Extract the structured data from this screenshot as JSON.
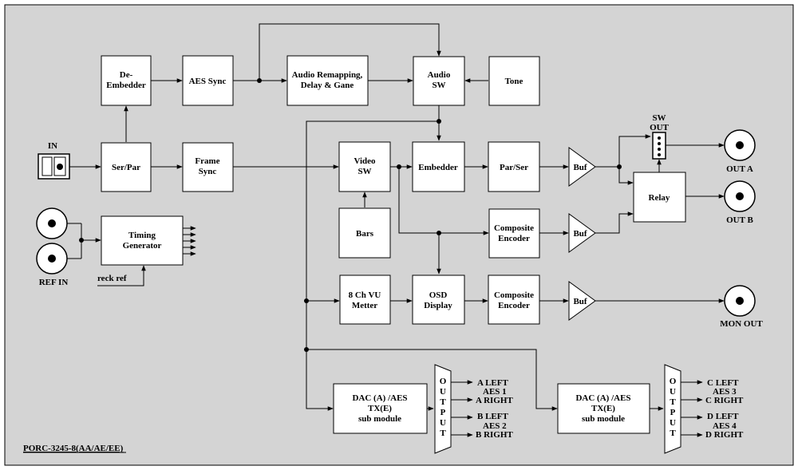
{
  "blocks": {
    "de_embedder": [
      "De-",
      "Embedder"
    ],
    "aes_sync": [
      "AES Sync"
    ],
    "audio_remap": [
      "Audio Remapping,",
      "Delay & Gane"
    ],
    "audio_sw": [
      "Audio",
      "SW"
    ],
    "tone": [
      "Tone"
    ],
    "ser_par": [
      "Ser/Par"
    ],
    "frame_sync": [
      "Frame",
      "Sync"
    ],
    "video_sw": [
      "Video",
      "SW"
    ],
    "embedder": [
      "Embedder"
    ],
    "par_ser": [
      "Par/Ser"
    ],
    "relay": [
      "Relay"
    ],
    "bars": [
      "Bars"
    ],
    "timing_gen": [
      "Timing",
      "Generator"
    ],
    "composite_enc_1": [
      "Composite",
      "Encoder"
    ],
    "vu_meter": [
      "8 Ch VU",
      "Metter"
    ],
    "osd_display": [
      "OSD",
      "Display"
    ],
    "composite_enc_2": [
      "Composite",
      "Encoder"
    ],
    "dac_1": [
      "DAC (A) /AES",
      "TX(E)",
      "sub module"
    ],
    "dac_2": [
      "DAC (A) /AES",
      "TX(E)",
      "sub module"
    ]
  },
  "buffers": {
    "buf_label": "Buf"
  },
  "output_mux": {
    "letters": [
      "O",
      "U",
      "T",
      "P",
      "U",
      "T"
    ]
  },
  "labels": {
    "in": "IN",
    "ref_in": "REF IN",
    "reck_ref": "reck ref",
    "sw_out": [
      "SW",
      "OUT"
    ],
    "out_a": "OUT A",
    "out_b": "OUT B",
    "mon_out": "MON OUT",
    "model": "PORC-3245-8(AA/AE/EE)"
  },
  "dac1_outputs": [
    "A LEFT",
    "AES 1",
    "A RIGHT",
    "B LEFT",
    "AES 2",
    "B RIGHT"
  ],
  "dac2_outputs": [
    "C LEFT",
    "AES 3",
    "C RIGHT",
    "D LEFT",
    "AES 4",
    "D RIGHT"
  ]
}
